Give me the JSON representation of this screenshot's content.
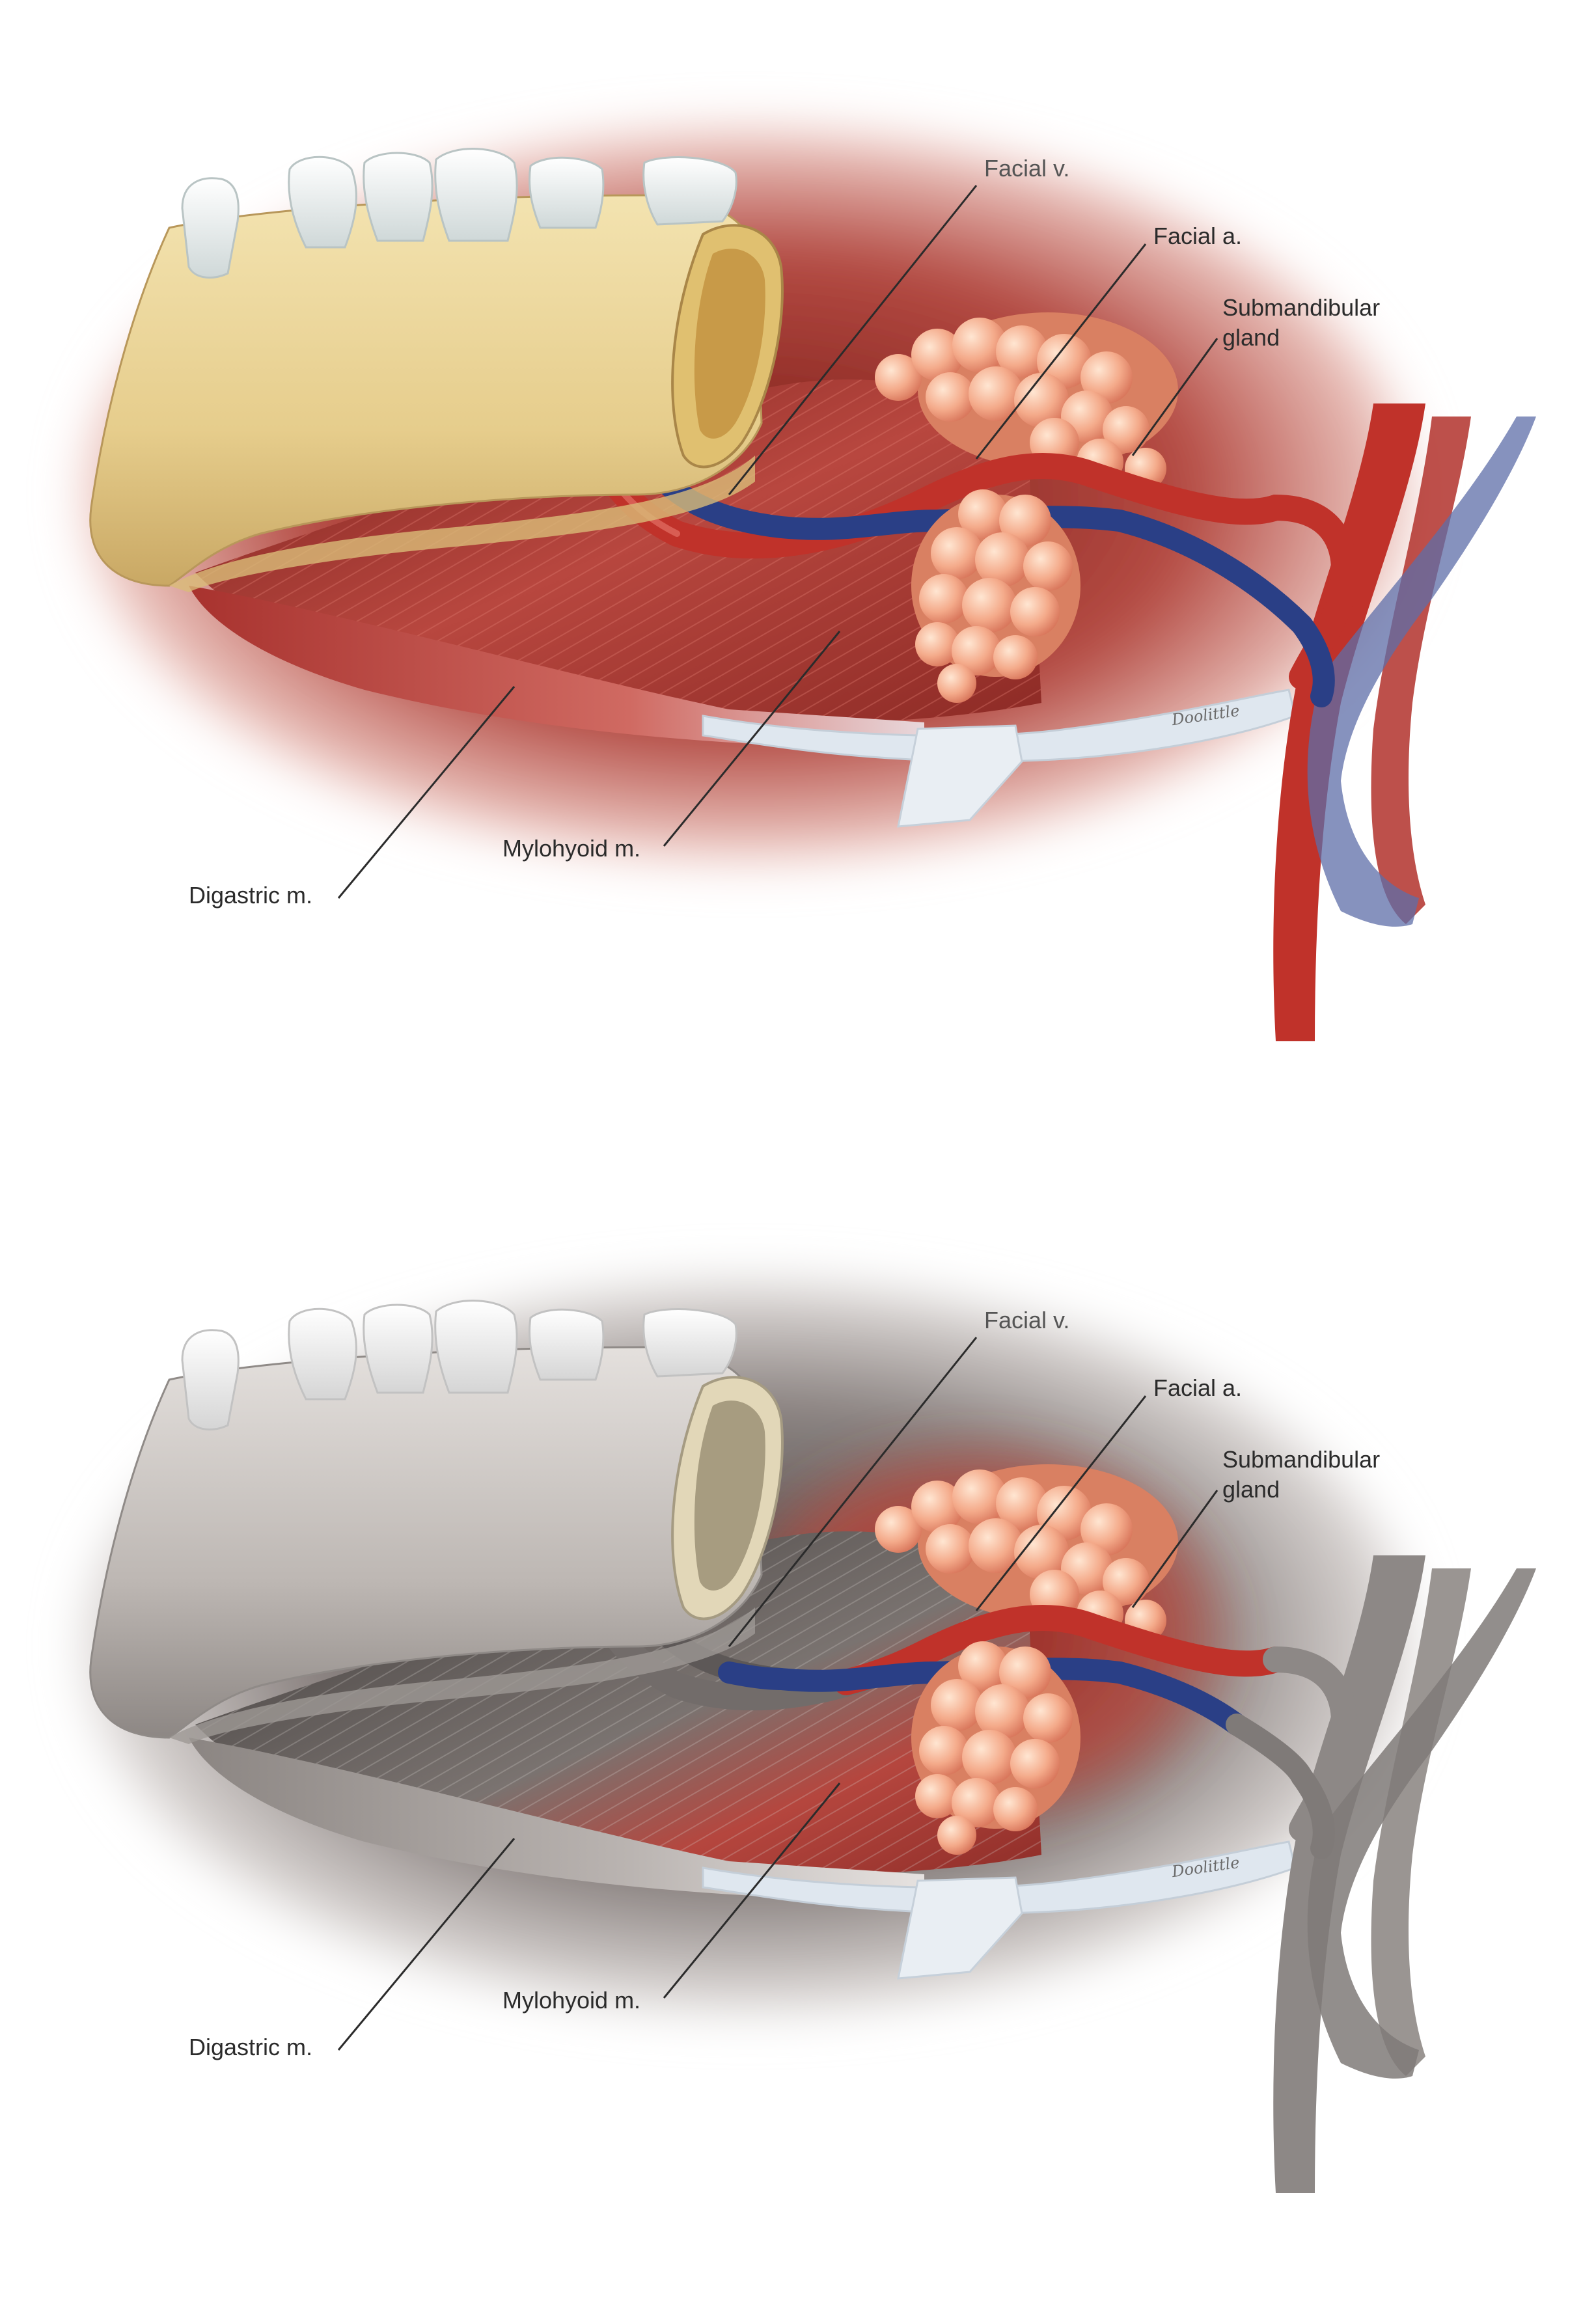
{
  "panels": [
    {
      "id": "top",
      "mode": "full-color",
      "labels": {
        "facial_v": "Facial v.",
        "facial_a": "Facial a.",
        "submandibular_line1": "Submandibular",
        "submandibular_line2": "gland",
        "mylohyoid": "Mylohyoid m.",
        "digastric": "Digastric m."
      }
    },
    {
      "id": "bottom",
      "mode": "grayscale-except-target",
      "labels": {
        "facial_v": "Facial v.",
        "facial_a": "Facial a.",
        "submandibular_line1": "Submandibular",
        "submandibular_line2": "gland",
        "mylohyoid": "Mylohyoid m.",
        "digastric": "Digastric m."
      }
    }
  ],
  "signature": "Doolittle",
  "colors": {
    "artery": "#c0322a",
    "vein": "#2a3f86",
    "bone": "#e9d49a",
    "muscle": "#a93b38",
    "gland": "#f2a98a",
    "tendon": "#dfe7ef",
    "gray_tissue": "#9a9592"
  }
}
